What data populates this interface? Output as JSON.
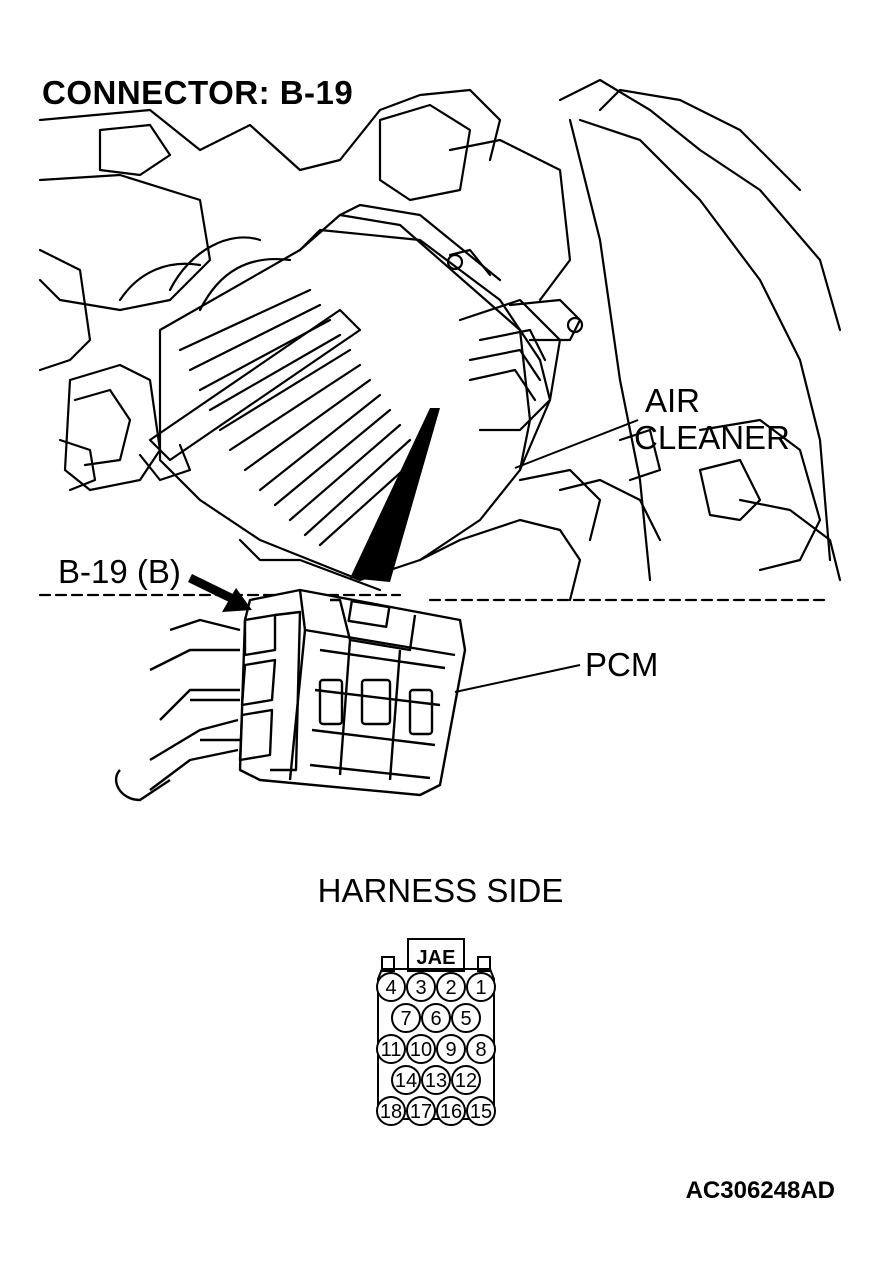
{
  "title": "CONNECTOR: B-19",
  "labels": {
    "air_cleaner_line1": "AIR",
    "air_cleaner_line2": "CLEANER",
    "connector": "B-19 (B)",
    "pcm": "PCM"
  },
  "harness_side": "HARNESS SIDE",
  "connector_face": {
    "maker": "JAE",
    "rows": [
      [
        "4",
        "3",
        "2",
        "1"
      ],
      [
        "7",
        "6",
        "5"
      ],
      [
        "11",
        "10",
        "9",
        "8"
      ],
      [
        "14",
        "13",
        "12"
      ],
      [
        "18",
        "17",
        "16",
        "15"
      ]
    ]
  },
  "figure_id": "AC306248AD"
}
